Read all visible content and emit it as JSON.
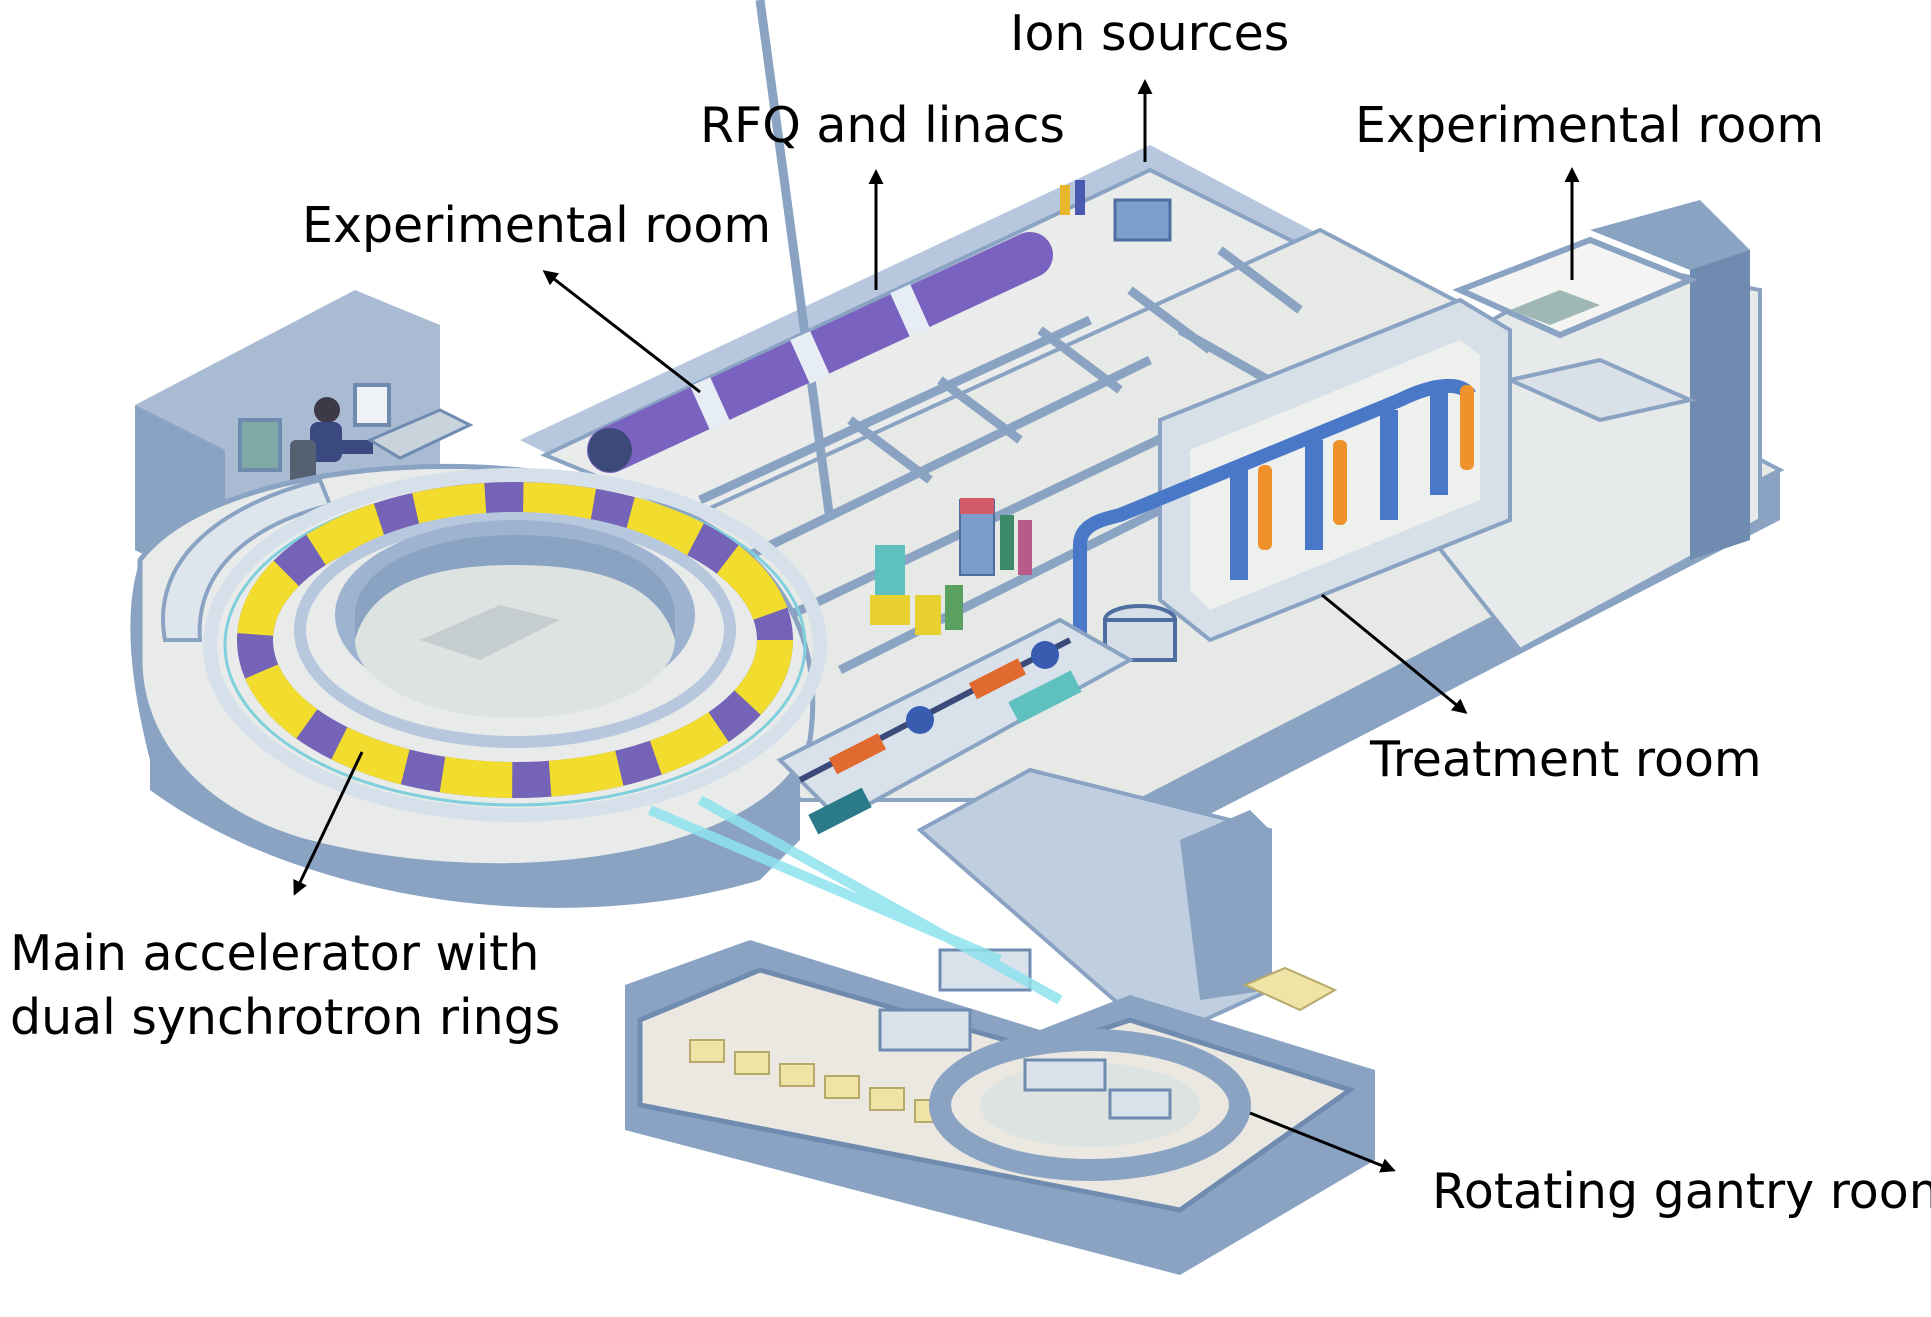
{
  "labels": {
    "ion_sources": "Ion sources",
    "rfq_linacs": "RFQ and linacs",
    "exp_room_left": "Experimental room",
    "exp_room_right": "Experimental room",
    "treatment_room": "Treatment room",
    "main_accel_line1": "Main accelerator with",
    "main_accel_line2": "dual synchrotron rings",
    "gantry_room": "Rotating gantry room"
  },
  "colors": {
    "floor": "#e9ecea",
    "wall": "#b7c8de",
    "wall_dark": "#8aa3c3",
    "wall_deep": "#6f8bb0",
    "ring_yellow": "#f2dc2d",
    "ring_purple": "#7463b6",
    "linac_purple": "#7a62c0",
    "beam": "#8fe3ee",
    "pipe_blue": "#4a78c8",
    "orange": "#f0922b"
  }
}
